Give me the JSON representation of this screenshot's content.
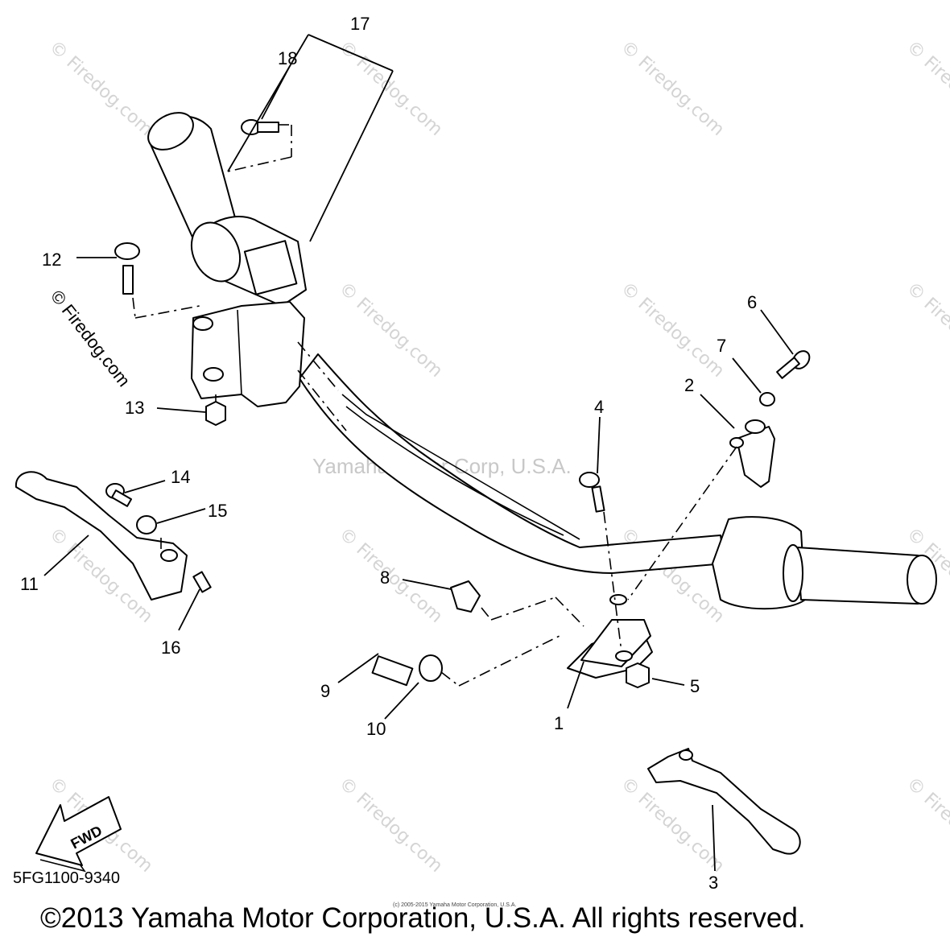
{
  "callouts": [
    {
      "id": "c1",
      "label": "1"
    },
    {
      "id": "c2",
      "label": "2"
    },
    {
      "id": "c3",
      "label": "3"
    },
    {
      "id": "c4",
      "label": "4"
    },
    {
      "id": "c5",
      "label": "5"
    },
    {
      "id": "c6",
      "label": "6"
    },
    {
      "id": "c7",
      "label": "7"
    },
    {
      "id": "c8",
      "label": "8"
    },
    {
      "id": "c9",
      "label": "9"
    },
    {
      "id": "c10",
      "label": "10"
    },
    {
      "id": "c11",
      "label": "11"
    },
    {
      "id": "c12",
      "label": "12"
    },
    {
      "id": "c13",
      "label": "13"
    },
    {
      "id": "c14",
      "label": "14"
    },
    {
      "id": "c15",
      "label": "15"
    },
    {
      "id": "c16",
      "label": "16"
    },
    {
      "id": "c17",
      "label": "17"
    },
    {
      "id": "c18",
      "label": "18"
    }
  ],
  "watermarks": {
    "site": "© Firedog.com",
    "center": "Yamaha Motor Corp, U.S.A.",
    "tiny": "(c) 2005-2015 Yamaha Motor Corporation, U.S.A."
  },
  "fwd_label": "FWD",
  "diagram_code": "5FG1100-9340",
  "copyright": "©2013 Yamaha Motor Corporation, U.S.A. All rights reserved.",
  "colors": {
    "line": "#000000",
    "watermark": "#d4d4d4",
    "background": "#ffffff"
  }
}
